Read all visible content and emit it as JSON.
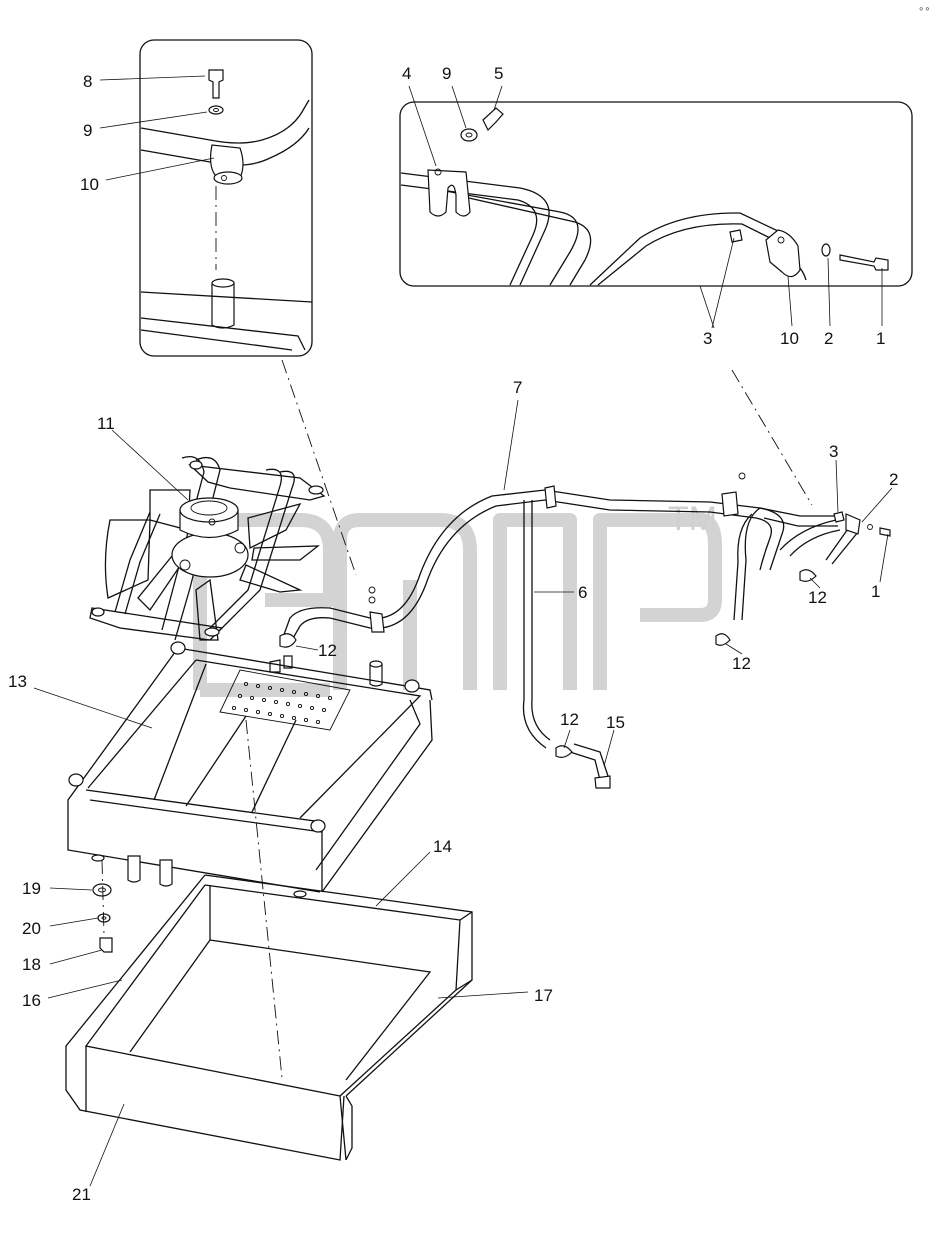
{
  "watermark": {
    "trademark": "TM"
  },
  "corner_mark": "∘∘",
  "callouts": [
    {
      "id": "c-8",
      "text": "8"
    },
    {
      "id": "c-9a",
      "text": "9"
    },
    {
      "id": "c-10a",
      "text": "10"
    },
    {
      "id": "c-4",
      "text": "4"
    },
    {
      "id": "c-9b",
      "text": "9"
    },
    {
      "id": "c-5",
      "text": "5"
    },
    {
      "id": "c-3a",
      "text": "3"
    },
    {
      "id": "c-10b",
      "text": "10"
    },
    {
      "id": "c-2a",
      "text": "2"
    },
    {
      "id": "c-1a",
      "text": "1"
    },
    {
      "id": "c-7",
      "text": "7"
    },
    {
      "id": "c-11",
      "text": "11"
    },
    {
      "id": "c-3b",
      "text": "3"
    },
    {
      "id": "c-2b",
      "text": "2"
    },
    {
      "id": "c-1b",
      "text": "1"
    },
    {
      "id": "c-6",
      "text": "6"
    },
    {
      "id": "c-12a",
      "text": "12"
    },
    {
      "id": "c-12b",
      "text": "12"
    },
    {
      "id": "c-12c",
      "text": "12"
    },
    {
      "id": "c-12d",
      "text": "12"
    },
    {
      "id": "c-15",
      "text": "15"
    },
    {
      "id": "c-13",
      "text": "13"
    },
    {
      "id": "c-14",
      "text": "14"
    },
    {
      "id": "c-19",
      "text": "19"
    },
    {
      "id": "c-20",
      "text": "20"
    },
    {
      "id": "c-18",
      "text": "18"
    },
    {
      "id": "c-16",
      "text": "16"
    },
    {
      "id": "c-17",
      "text": "17"
    },
    {
      "id": "c-21",
      "text": "21"
    }
  ]
}
